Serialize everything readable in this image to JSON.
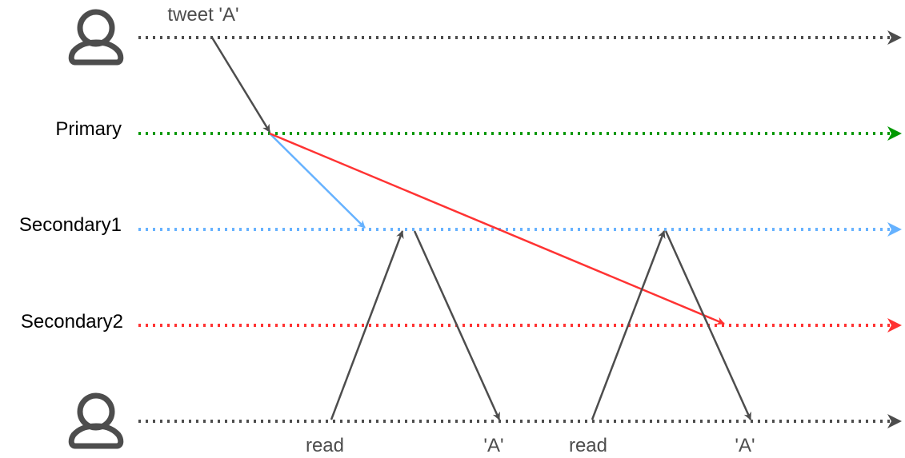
{
  "colors": {
    "actor": "#4d4d4d",
    "primary": "#009900",
    "secondary1": "#66b2ff",
    "secondary2": "#ff3333",
    "message": "#4d4d4d"
  },
  "icons": {
    "writer": "user-icon",
    "reader": "user-icon"
  },
  "lanes": {
    "primary": "Primary",
    "secondary1": "Secondary1",
    "secondary2": "Secondary2"
  },
  "messages": {
    "tweet": "tweet 'A'",
    "read1": "read",
    "reply1": "'A'",
    "read2": "read",
    "reply2": "'A'"
  }
}
